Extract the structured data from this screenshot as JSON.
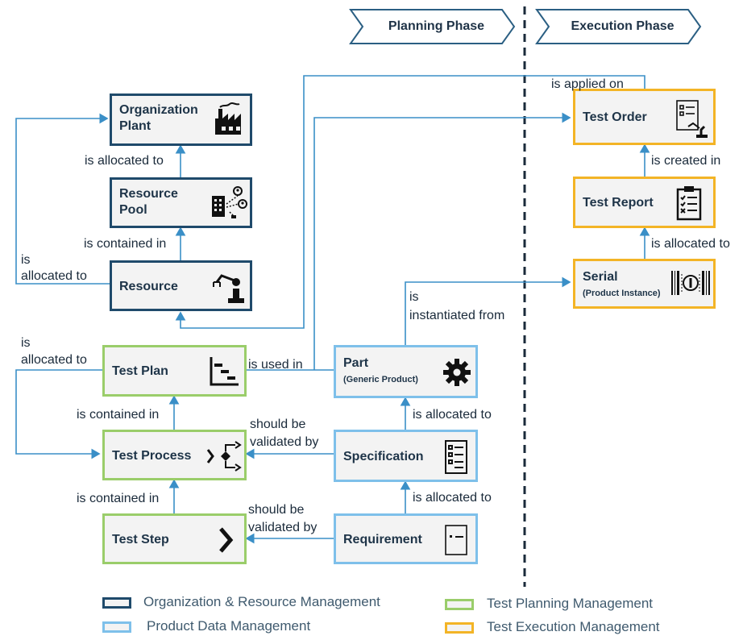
{
  "phases": {
    "planning": "Planning Phase",
    "execution": "Execution Phase"
  },
  "nodes": {
    "organization_plant": {
      "line1": "Organization",
      "line2": "Plant",
      "icon": "factory-icon"
    },
    "resource_pool": {
      "line1": "Resource",
      "line2": "Pool",
      "icon": "building-people-icon"
    },
    "resource": {
      "title": "Resource",
      "icon": "robot-arm-icon"
    },
    "test_plan": {
      "title": "Test Plan",
      "icon": "gantt-icon"
    },
    "test_process": {
      "title": "Test Process",
      "icon": "process-flow-icon"
    },
    "test_step": {
      "title": "Test Step",
      "icon": "chevron-right-icon"
    },
    "part": {
      "title": "Part",
      "subtitle": "(Generic Product)",
      "icon": "gear-icon"
    },
    "specification": {
      "title": "Specification",
      "icon": "checklist-icon"
    },
    "requirement": {
      "title": "Requirement",
      "icon": "document-icon"
    },
    "test_order": {
      "title": "Test Order",
      "icon": "order-robot-icon"
    },
    "test_report": {
      "title": "Test Report",
      "icon": "clipboard-icon"
    },
    "serial": {
      "title": "Serial",
      "subtitle": "(Product Instance)",
      "icon": "barcode-icon"
    }
  },
  "relations": {
    "plant_pool": "is allocated to",
    "pool_resource": "is contained in",
    "resource_plant_1": "is",
    "resource_plant_2": "allocated to",
    "testplan_resource_1": "is",
    "testplan_resource_2": "allocated to",
    "testplan_part": "is used in",
    "process_plan": "is contained in",
    "step_process": "is contained in",
    "spec_process_1": "should be",
    "spec_process_2": "validated by",
    "req_step_1": "should be",
    "req_step_2": "validated by",
    "part_spec": "is allocated to",
    "spec_req": "is allocated to",
    "part_serial_1": "is",
    "part_serial_2": "instantiated from",
    "order_applied": "is applied on",
    "order_report": "is created in",
    "report_serial": "is allocated to"
  },
  "legend": {
    "org": "Organization & Resource Management",
    "pdm": "Product Data Management",
    "tpm": "Test Planning Management",
    "tem": "Test Execution Management"
  },
  "colors": {
    "dark": "#1f4a6b",
    "blue": "#7ec0ea",
    "green": "#9acd6a",
    "gold": "#f3b426",
    "line": "#3a8fc7"
  }
}
